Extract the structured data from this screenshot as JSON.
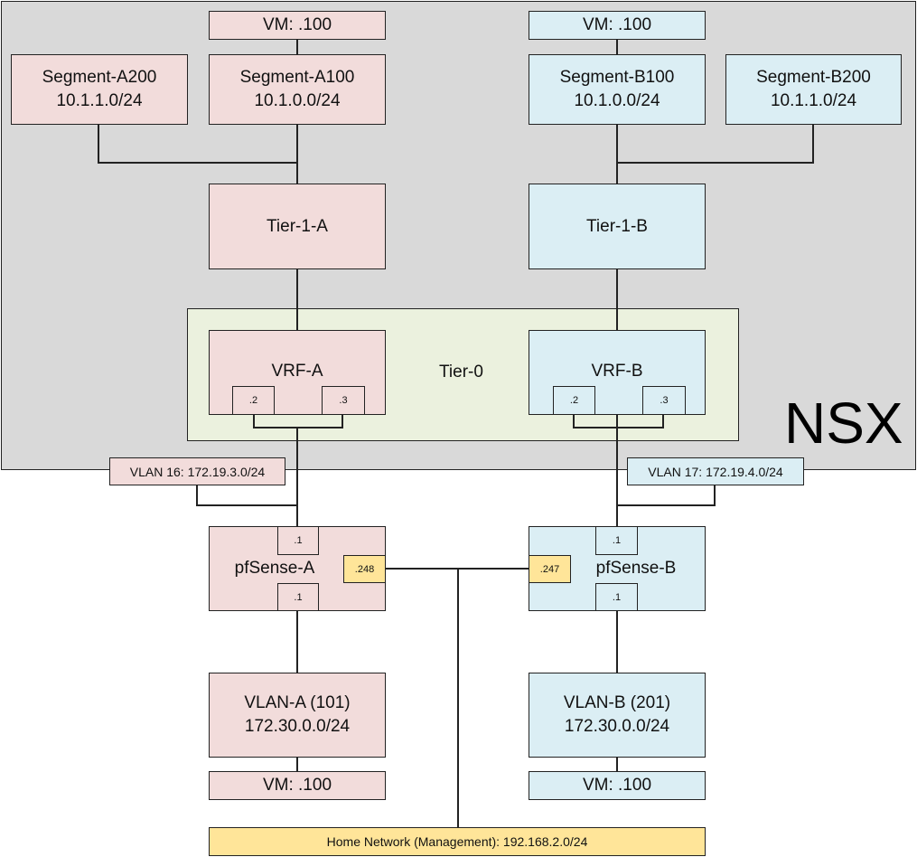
{
  "nsx": {
    "label": "NSX"
  },
  "side_a": {
    "vm_top": "VM: .100",
    "segment_a200": {
      "name": "Segment-A200",
      "subnet": "10.1.1.0/24"
    },
    "segment_a100": {
      "name": "Segment-A100",
      "subnet": "10.1.0.0/24"
    },
    "tier1": "Tier-1-A",
    "vrf": {
      "name": "VRF-A",
      "iface_left": ".2",
      "iface_right": ".3"
    },
    "vlan_transit": "VLAN 16: 172.19.3.0/24",
    "pfsense": {
      "name": "pfSense-A",
      "iface_top": ".1",
      "iface_bottom": ".1",
      "iface_mgmt": ".248"
    },
    "vlan": {
      "name": "VLAN-A (101)",
      "subnet": "172.30.0.0/24"
    },
    "vm_bottom": "VM: .100"
  },
  "side_b": {
    "vm_top": "VM: .100",
    "segment_b100": {
      "name": "Segment-B100",
      "subnet": "10.1.0.0/24"
    },
    "segment_b200": {
      "name": "Segment-B200",
      "subnet": "10.1.1.0/24"
    },
    "tier1": "Tier-1-B",
    "vrf": {
      "name": "VRF-B",
      "iface_left": ".2",
      "iface_right": ".3"
    },
    "vlan_transit": "VLAN 17: 172.19.4.0/24",
    "pfsense": {
      "name": "pfSense-B",
      "iface_top": ".1",
      "iface_bottom": ".1",
      "iface_mgmt": ".247"
    },
    "vlan": {
      "name": "VLAN-B (201)",
      "subnet": "172.30.0.0/24"
    },
    "vm_bottom": "VM: .100"
  },
  "tier0": {
    "label": "Tier-0"
  },
  "management": {
    "label": "Home Network (Management): 192.168.2.0/24"
  },
  "colors": {
    "side_a": "#f2dcdb",
    "side_b": "#dbeef4",
    "management": "#ffe599",
    "tier0": "#ebf1de",
    "nsx": "#d9d9d9"
  }
}
